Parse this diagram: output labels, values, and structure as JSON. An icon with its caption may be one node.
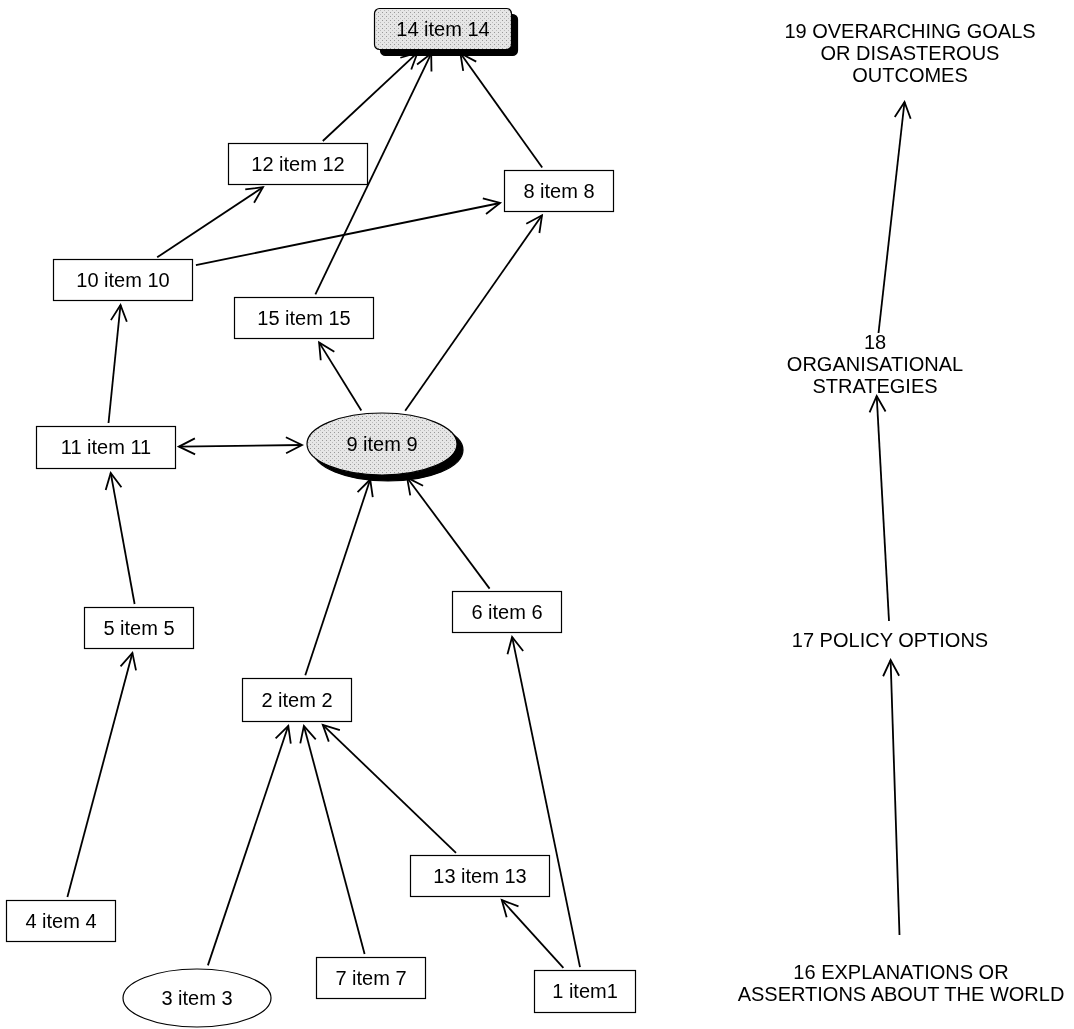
{
  "diagram": {
    "nodes": [
      {
        "text": [
          "14 item 14"
        ]
      },
      {
        "text": [
          "19 OVERARCHING GOALS OR DISASTEROUS OUTCOMES"
        ]
      },
      {
        "text": [
          "12 item 12"
        ]
      },
      {
        "text": [
          "8 item 8"
        ]
      },
      {
        "text": [
          "10 item 10"
        ]
      },
      {
        "text": [
          "15 item 15"
        ]
      },
      {
        "text": [
          "18 ORGANISATIONAL STRATEGIES"
        ]
      },
      {
        "text": [
          "11 item 11"
        ]
      },
      {
        "text": [
          "9 item 9"
        ]
      },
      {
        "text": [
          "5 item 5"
        ]
      },
      {
        "text": [
          "6 item 6"
        ]
      },
      {
        "text": [
          "17 POLICY OPTIONS"
        ]
      },
      {
        "text": [
          "2 item 2"
        ]
      },
      {
        "text": [
          "13 item 13"
        ]
      },
      {
        "text": [
          "4 item 4"
        ]
      },
      {
        "text": [
          "16 EXPLANATIONS OR ASSERTIONS ABOUT THE WORLD"
        ]
      },
      {
        "text": [
          "7 item 7"
        ]
      },
      {
        "text": [
          "3 item 3"
        ]
      },
      {
        "text": [
          "1 item1"
        ]
      }
    ],
    "edges": [
      {
        "from": 2,
        "to": 0,
        "arrow": "to"
      },
      {
        "from": 5,
        "to": 0,
        "arrow": "to"
      },
      {
        "from": 3,
        "to": 0,
        "arrow": "to"
      },
      {
        "from": 4,
        "to": 2,
        "arrow": "to"
      },
      {
        "from": 4,
        "to": 3,
        "arrow": "to"
      },
      {
        "from": 8,
        "to": 5,
        "arrow": "to"
      },
      {
        "from": 8,
        "to": 3,
        "arrow": "to"
      },
      {
        "from": 7,
        "to": 4,
        "arrow": "to"
      },
      {
        "from": 7,
        "to": 8,
        "arrow": "both"
      },
      {
        "from": 9,
        "to": 7,
        "arrow": "to"
      },
      {
        "from": 10,
        "to": 8,
        "arrow": "to"
      },
      {
        "from": 12,
        "to": 8,
        "arrow": "to"
      },
      {
        "from": 14,
        "to": 9,
        "arrow": "to"
      },
      {
        "from": 17,
        "to": 12,
        "arrow": "to"
      },
      {
        "from": 16,
        "to": 12,
        "arrow": "to"
      },
      {
        "from": 13,
        "to": 12,
        "arrow": "to"
      },
      {
        "from": 18,
        "to": 13,
        "arrow": "to"
      },
      {
        "from": 18,
        "to": 10,
        "arrow": "to"
      },
      {
        "from": 15,
        "to": 11,
        "arrow": "to"
      },
      {
        "from": 11,
        "to": 6,
        "arrow": "to"
      },
      {
        "from": 6,
        "to": 1,
        "arrow": "to"
      }
    ]
  }
}
